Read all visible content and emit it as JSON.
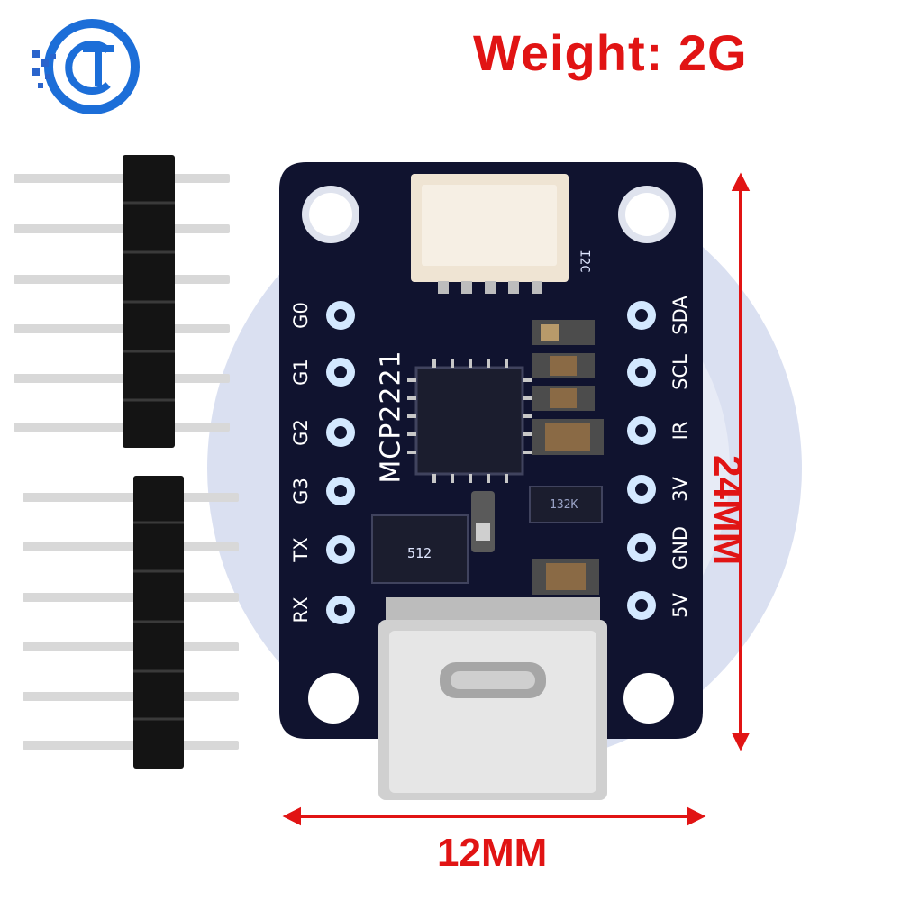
{
  "weight_label": "Weight:  2G",
  "dimension_width": "12MM",
  "dimension_height": "24MM",
  "chip_label": "MCP2221",
  "i2c_label": "I2C",
  "small_chip_marking": "512",
  "regulator_marking": "132K",
  "left_pins": [
    "G0",
    "G1",
    "G2",
    "G3",
    "TX",
    "RX"
  ],
  "right_pins": [
    "SDA",
    "SCL",
    "IR",
    "3V",
    "GND",
    "5V"
  ],
  "colors": {
    "accent": "#e11414",
    "pcb": "#0f1230",
    "pad": "#cfe6ff",
    "header": "#151515",
    "pin": "#d9d9d9"
  },
  "icons": [
    "brand-logo-icon"
  ]
}
